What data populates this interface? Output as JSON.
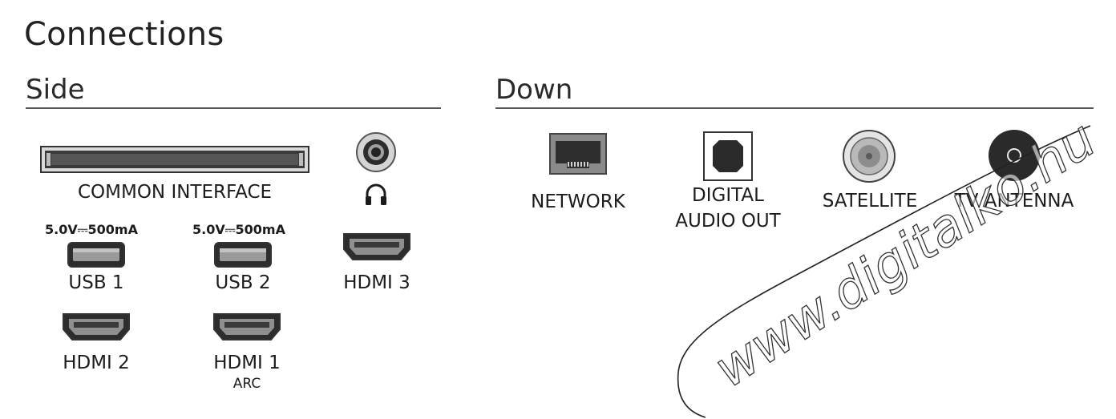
{
  "title": "Connections",
  "side": {
    "heading": "Side",
    "common_interface": "COMMON INTERFACE",
    "usb1_power": "5.0V⎓500mA",
    "usb2_power": "5.0V⎓500mA",
    "usb1": "USB 1",
    "usb2": "USB 2",
    "hdmi3": "HDMI 3",
    "hdmi2": "HDMI 2",
    "hdmi1": "HDMI 1",
    "hdmi1_sub": "ARC",
    "headphone_icon": "headphones-icon"
  },
  "down": {
    "heading": "Down",
    "network": "NETWORK",
    "digital_audio_line1": "DIGITAL",
    "digital_audio_line2": "AUDIO OUT",
    "satellite": "SATELLITE",
    "tv_antenna": "TV ANTENNA"
  },
  "watermark": "www.digitalko.hu",
  "colors": {
    "port_dark": "#333333",
    "port_gray": "#8a8a8a",
    "line": "#555555"
  }
}
